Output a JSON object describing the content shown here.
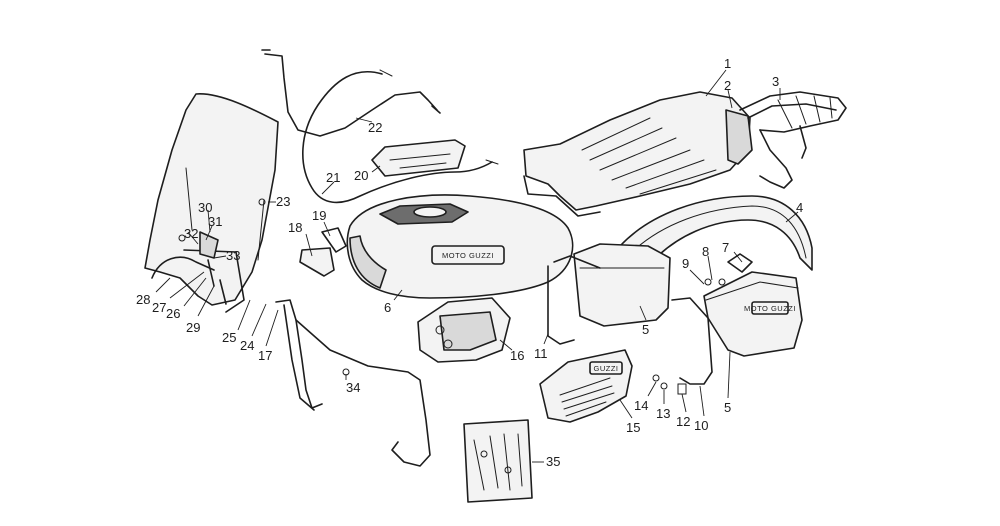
{
  "callouts": [
    "1",
    "2",
    "3",
    "4",
    "5",
    "5",
    "6",
    "7",
    "8",
    "9",
    "10",
    "11",
    "12",
    "13",
    "14",
    "15",
    "16",
    "17",
    "18",
    "19",
    "20",
    "21",
    "22",
    "23",
    "24",
    "25",
    "26",
    "27",
    "28",
    "29",
    "30",
    "31",
    "32",
    "33",
    "34",
    "35"
  ],
  "tank_badge": "MOTO GUZZI",
  "panel_badge": "GUZZI",
  "case_badge": "MOTO GUZZI",
  "colors": {
    "ink": "#1e1e1e",
    "paper": "#ffffff",
    "shade": "#d9d9d9"
  }
}
